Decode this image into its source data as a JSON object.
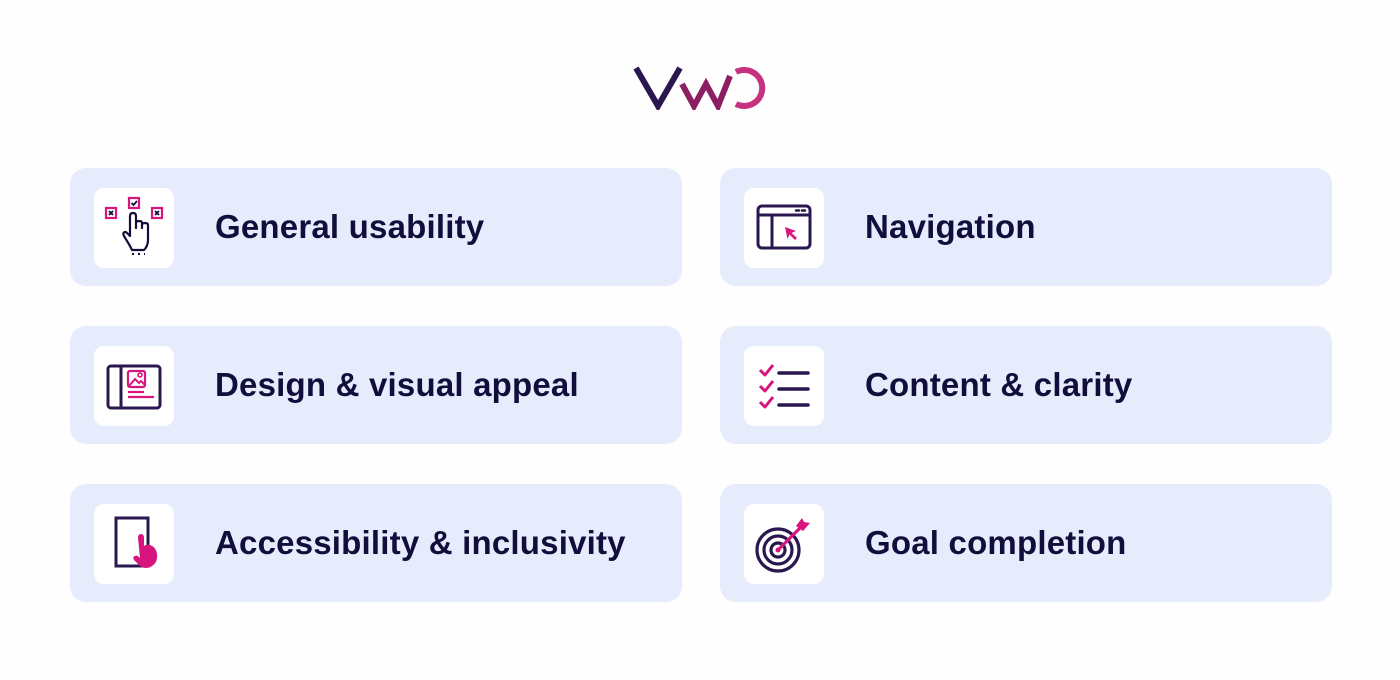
{
  "brand": {
    "logo_text": "VWO",
    "colors": {
      "dark": "#2a174f",
      "mid": "#8b1f62",
      "accent": "#d8157e",
      "card_bg": "#e7ecfc",
      "text": "#120e3c"
    }
  },
  "cards": [
    {
      "label": "General usability",
      "icon": "hand-tap-choices-icon"
    },
    {
      "label": "Navigation",
      "icon": "browser-cursor-icon"
    },
    {
      "label": "Design & visual appeal",
      "icon": "layout-image-icon"
    },
    {
      "label": "Content & clarity",
      "icon": "checklist-icon"
    },
    {
      "label": "Accessibility & inclusivity",
      "icon": "tablet-touch-icon"
    },
    {
      "label": "Goal completion",
      "icon": "target-dart-icon"
    }
  ]
}
